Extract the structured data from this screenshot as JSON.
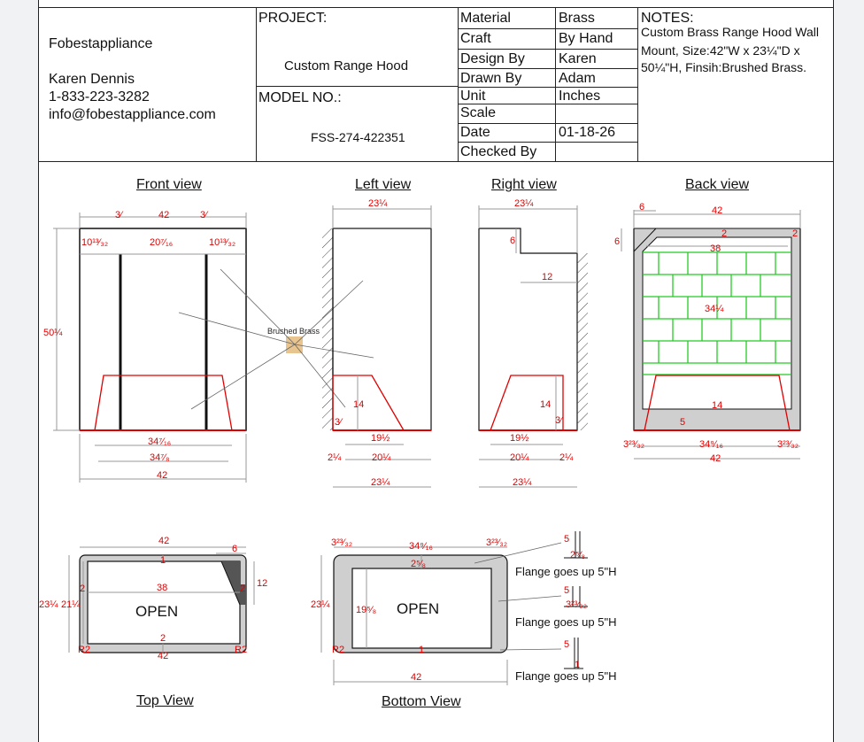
{
  "company": {
    "name": "Fobestappliance",
    "contact_name": "Karen Dennis",
    "phone": "1-833-223-3282",
    "email": "info@fobestappliance.com"
  },
  "project": {
    "label": "PROJECT:",
    "value": "Custom Range Hood",
    "model_label": "MODEL NO.:",
    "model_value": "FSS-274-422351"
  },
  "specs": [
    {
      "label": "Material",
      "value": "Brass"
    },
    {
      "label": "Craft",
      "value": "By Hand"
    },
    {
      "label": "Design By",
      "value": "Karen"
    },
    {
      "label": "Drawn By",
      "value": "Adam"
    },
    {
      "label": "Unit",
      "value": "Inches"
    },
    {
      "label": "Scale",
      "value": ""
    },
    {
      "label": "Date",
      "value": "01-18-26"
    },
    {
      "label": "Checked By",
      "value": ""
    }
  ],
  "notes": {
    "label": "NOTES:",
    "line1": "Custom Brass Range Hood Wall",
    "line2": "Mount, Size:42\"W x 23¼\"D x",
    "line3": "50¼\"H, Finsih:Brushed Brass."
  },
  "views": {
    "front": "Front view",
    "left": "Left view",
    "right": "Right view",
    "back": "Back view",
    "top": "Top View",
    "bottom": "Bottom View"
  },
  "material_callout": "Brushed Brass",
  "open_label": "OPEN",
  "flange_note": "Flange goes up 5\"H",
  "dims": {
    "d42": "42",
    "d38": "38",
    "d6": "6",
    "d2": "2",
    "d12": "12",
    "d14": "14",
    "d5": "5",
    "d1": "1",
    "r2": "R2",
    "d3_8": "3⁄",
    "d10_13_32": "10¹³⁄₃₂",
    "d20_7_16": "20⁷⁄₁₆",
    "d50_1_4": "50¼",
    "d34_7_16": "34⁷⁄₁₆",
    "d34_7_8": "34⁷⁄₈",
    "d23_1_4": "23¼",
    "d19_1_2": "19½",
    "d20_1_4": "20¼",
    "d2_1_4": "2¼",
    "d34_1_4": "34¼",
    "d34_9_16": "34⁹⁄₁₆",
    "d3_23_32": "3²³⁄₃₂",
    "d21_1_4": "21¼",
    "d2_5_8": "2⁵⁄₈",
    "d19_5_8": "19⁵⁄₈"
  },
  "colors": {
    "dimension": "#e00000",
    "tile_lines": "#22cc22",
    "brass_swatch": "#e8c48f",
    "frame_gray": "#cfcfcf"
  }
}
